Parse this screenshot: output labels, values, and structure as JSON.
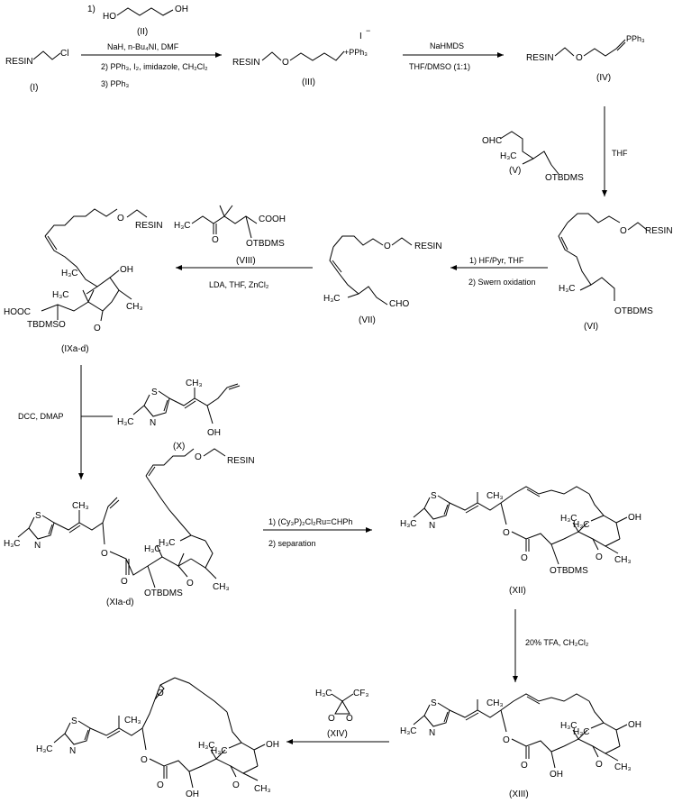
{
  "compounds": {
    "I": {
      "id": "(I)",
      "labels": {
        "resin": "RESIN",
        "cl": "Cl"
      }
    },
    "II": {
      "id": "(II)",
      "labels": {
        "ho": "HO",
        "oh": "OH"
      }
    },
    "III": {
      "id": "(III)",
      "labels": {
        "resin": "RESIN",
        "o": "O",
        "iodide": "I",
        "pph3": "+PPh₃"
      }
    },
    "IV": {
      "id": "(IV)",
      "labels": {
        "resin": "RESIN",
        "o": "O",
        "pph3": "PPh₃"
      }
    },
    "V": {
      "id": "(V)",
      "labels": {
        "ohc": "OHC",
        "h3c": "H₃C",
        "otbdms": "OTBDMS"
      }
    },
    "VI": {
      "id": "(VI)",
      "labels": {
        "o": "O",
        "resin": "RESIN",
        "otbdms": "OTBDMS"
      }
    },
    "VII": {
      "id": "(VII)",
      "labels": {
        "o": "O",
        "resin": "RESIN",
        "cho": "CHO"
      }
    },
    "VIII": {
      "id": "(VIII)",
      "labels": {
        "h3c": "H₃C",
        "cooh": "COOH",
        "otbdms": "OTBDMS"
      }
    },
    "IX": {
      "id": "(IXa-d)",
      "labels": {
        "o": "O",
        "resin": "RESIN",
        "oh": "OH",
        "ch3": "CH₃",
        "hooc": "HOOC",
        "tbdmso": "TBDMSO",
        "ketone_o": "O"
      }
    },
    "X": {
      "id": "(X)",
      "labels": {
        "s": "S",
        "n": "N",
        "h3c": "H₃C",
        "oh": "OH",
        "me": "CH₃"
      }
    },
    "XI": {
      "id": "(XIa-d)",
      "labels": {
        "s": "S",
        "n": "N",
        "h3c": "H₃C",
        "o": "O",
        "resin": "RESIN",
        "otbdms": "OTBDMS",
        "ch3": "CH₃"
      }
    },
    "XII": {
      "id": "(XII)",
      "labels": {
        "s": "S",
        "n": "N",
        "h3c": "H₃C",
        "oh": "OH",
        "otbdms": "OTBDMS",
        "ch3": "CH₃"
      }
    },
    "XIII": {
      "id": "(XIII)",
      "labels": {
        "s": "S",
        "n": "N",
        "h3c": "H₃C",
        "oh": "OH",
        "ch3": "CH₃"
      }
    },
    "XIV": {
      "id": "(XIV)",
      "labels": {
        "h3c": "H₃C",
        "cf3": "CF₃",
        "o": "O"
      }
    },
    "XV": {
      "labels": {
        "s": "S",
        "n": "N",
        "h3c": "H₃C",
        "oh": "OH",
        "ch3": "CH₃",
        "o": "O"
      }
    }
  },
  "reagents": {
    "step1": {
      "l1": "1)",
      "l2": "NaH, n-Bu₄NI, DMF",
      "l3": "2) PPh₃, I₂, imidazole, CH₂Cl₂",
      "l4": "3) PPh₃"
    },
    "step2": {
      "l1": "NaHMDS",
      "l2": "THF/DMSO (1:1)"
    },
    "step3": {
      "l1": "THF"
    },
    "step4": {
      "l1": "1) HF/Pyr, THF",
      "l2": "2) Swern oxidation"
    },
    "step5": {
      "l1": "LDA, THF, ZnCl₂"
    },
    "step6": {
      "l1": "DCC, DMAP"
    },
    "step7": {
      "l1": "1) (Cy₃P)₂Cl₂Ru=CHPh",
      "l2": "2) separation"
    },
    "step8": {
      "l1": "20% TFA, CH₂Cl₂"
    }
  }
}
